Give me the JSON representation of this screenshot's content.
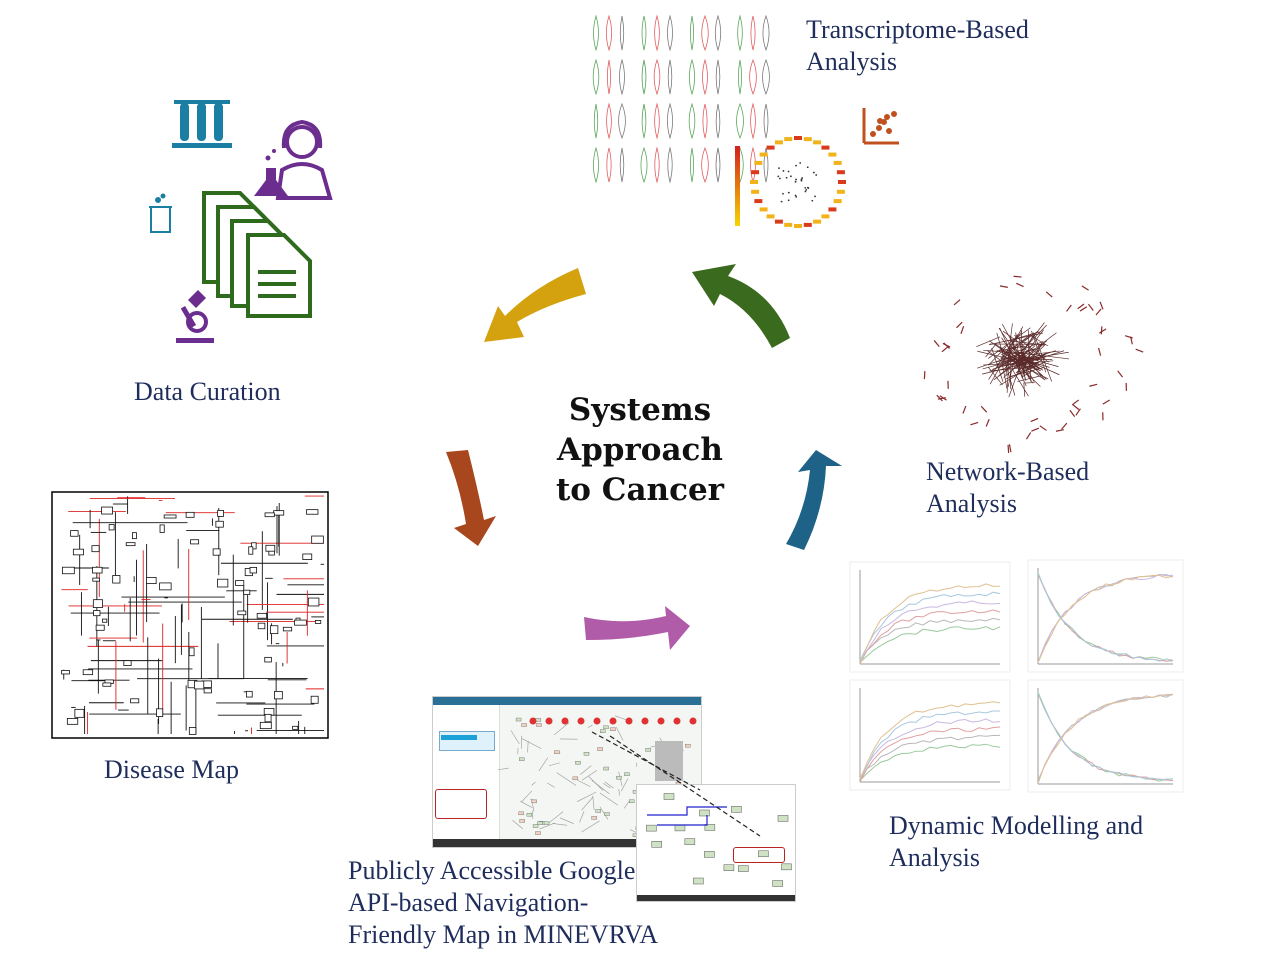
{
  "center_title": [
    "Systems",
    "Approach",
    "to Cancer"
  ],
  "labels": {
    "transcriptome": "Transcriptome-Based\nAnalysis",
    "network": "Network-Based\nAnalysis",
    "dynamic": "Dynamic Modelling and\nAnalysis",
    "minerva": "Publicly Accessible Google\nAPI-based Navigation-\nFriendly Map in MINEVRVA",
    "disease_map": "Disease Map",
    "data_curation": "Data Curation"
  },
  "colors": {
    "arrow_gold": "#d4a20f",
    "arrow_green": "#3a6a1e",
    "arrow_blue": "#1e6387",
    "arrow_purple": "#b05ca8",
    "arrow_brown": "#a8461d",
    "label_text": "#1f2d5c",
    "icon_teal": "#1b7fa3",
    "icon_purple": "#6b2e8f",
    "icon_green": "#2e6b1d"
  },
  "icons": [
    "test-tubes-icon",
    "scientist-icon",
    "beaker-icon",
    "documents-icon",
    "microscope-icon",
    "scatter-plot-icon"
  ]
}
